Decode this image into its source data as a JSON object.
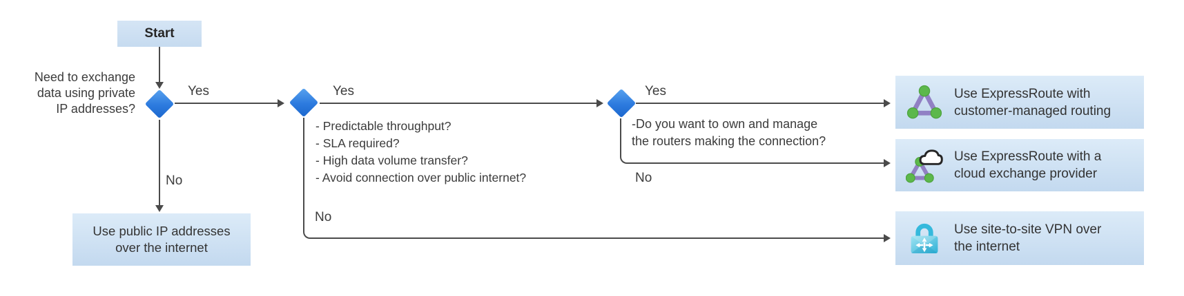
{
  "flowchart": {
    "start": {
      "label": "Start"
    },
    "decision1": {
      "question": "Need to exchange\ndata using private\nIP addresses?",
      "yes_label": "Yes",
      "no_label": "No"
    },
    "decision2": {
      "yes_label": "Yes",
      "no_label": "No",
      "criteria": [
        "- Predictable throughput?",
        "- SLA required?",
        "- High data volume transfer?",
        "- Avoid connection over public internet?"
      ]
    },
    "decision3": {
      "question": "-Do you want to own and manage\nthe routers making the connection?",
      "yes_label": "Yes",
      "no_label": "No"
    },
    "outcomes": [
      {
        "icon": "expressroute-icon",
        "label": "Use ExpressRoute with\ncustomer-managed routing"
      },
      {
        "icon": "expressroute-cloud-icon",
        "label": "Use ExpressRoute with a\ncloud exchange provider"
      },
      {
        "icon": "vpn-lock-icon",
        "label": "Use site-to-site VPN over\nthe internet"
      },
      {
        "icon": "",
        "label": "Use public IP addresses\nover the internet"
      }
    ],
    "colors": {
      "node_fill_top": "#dcebf8",
      "node_fill_bottom": "#c3d9ef",
      "diamond_light": "#58a2ef",
      "diamond_dark": "#1c67cd",
      "connector": "#4a4a4a",
      "expressroute_purple": "#9180c4",
      "expressroute_green": "#5cb84b",
      "vpn_cyan": "#35b9dc",
      "cloud_outline": "#262626",
      "text": "#3b3b3b"
    }
  }
}
